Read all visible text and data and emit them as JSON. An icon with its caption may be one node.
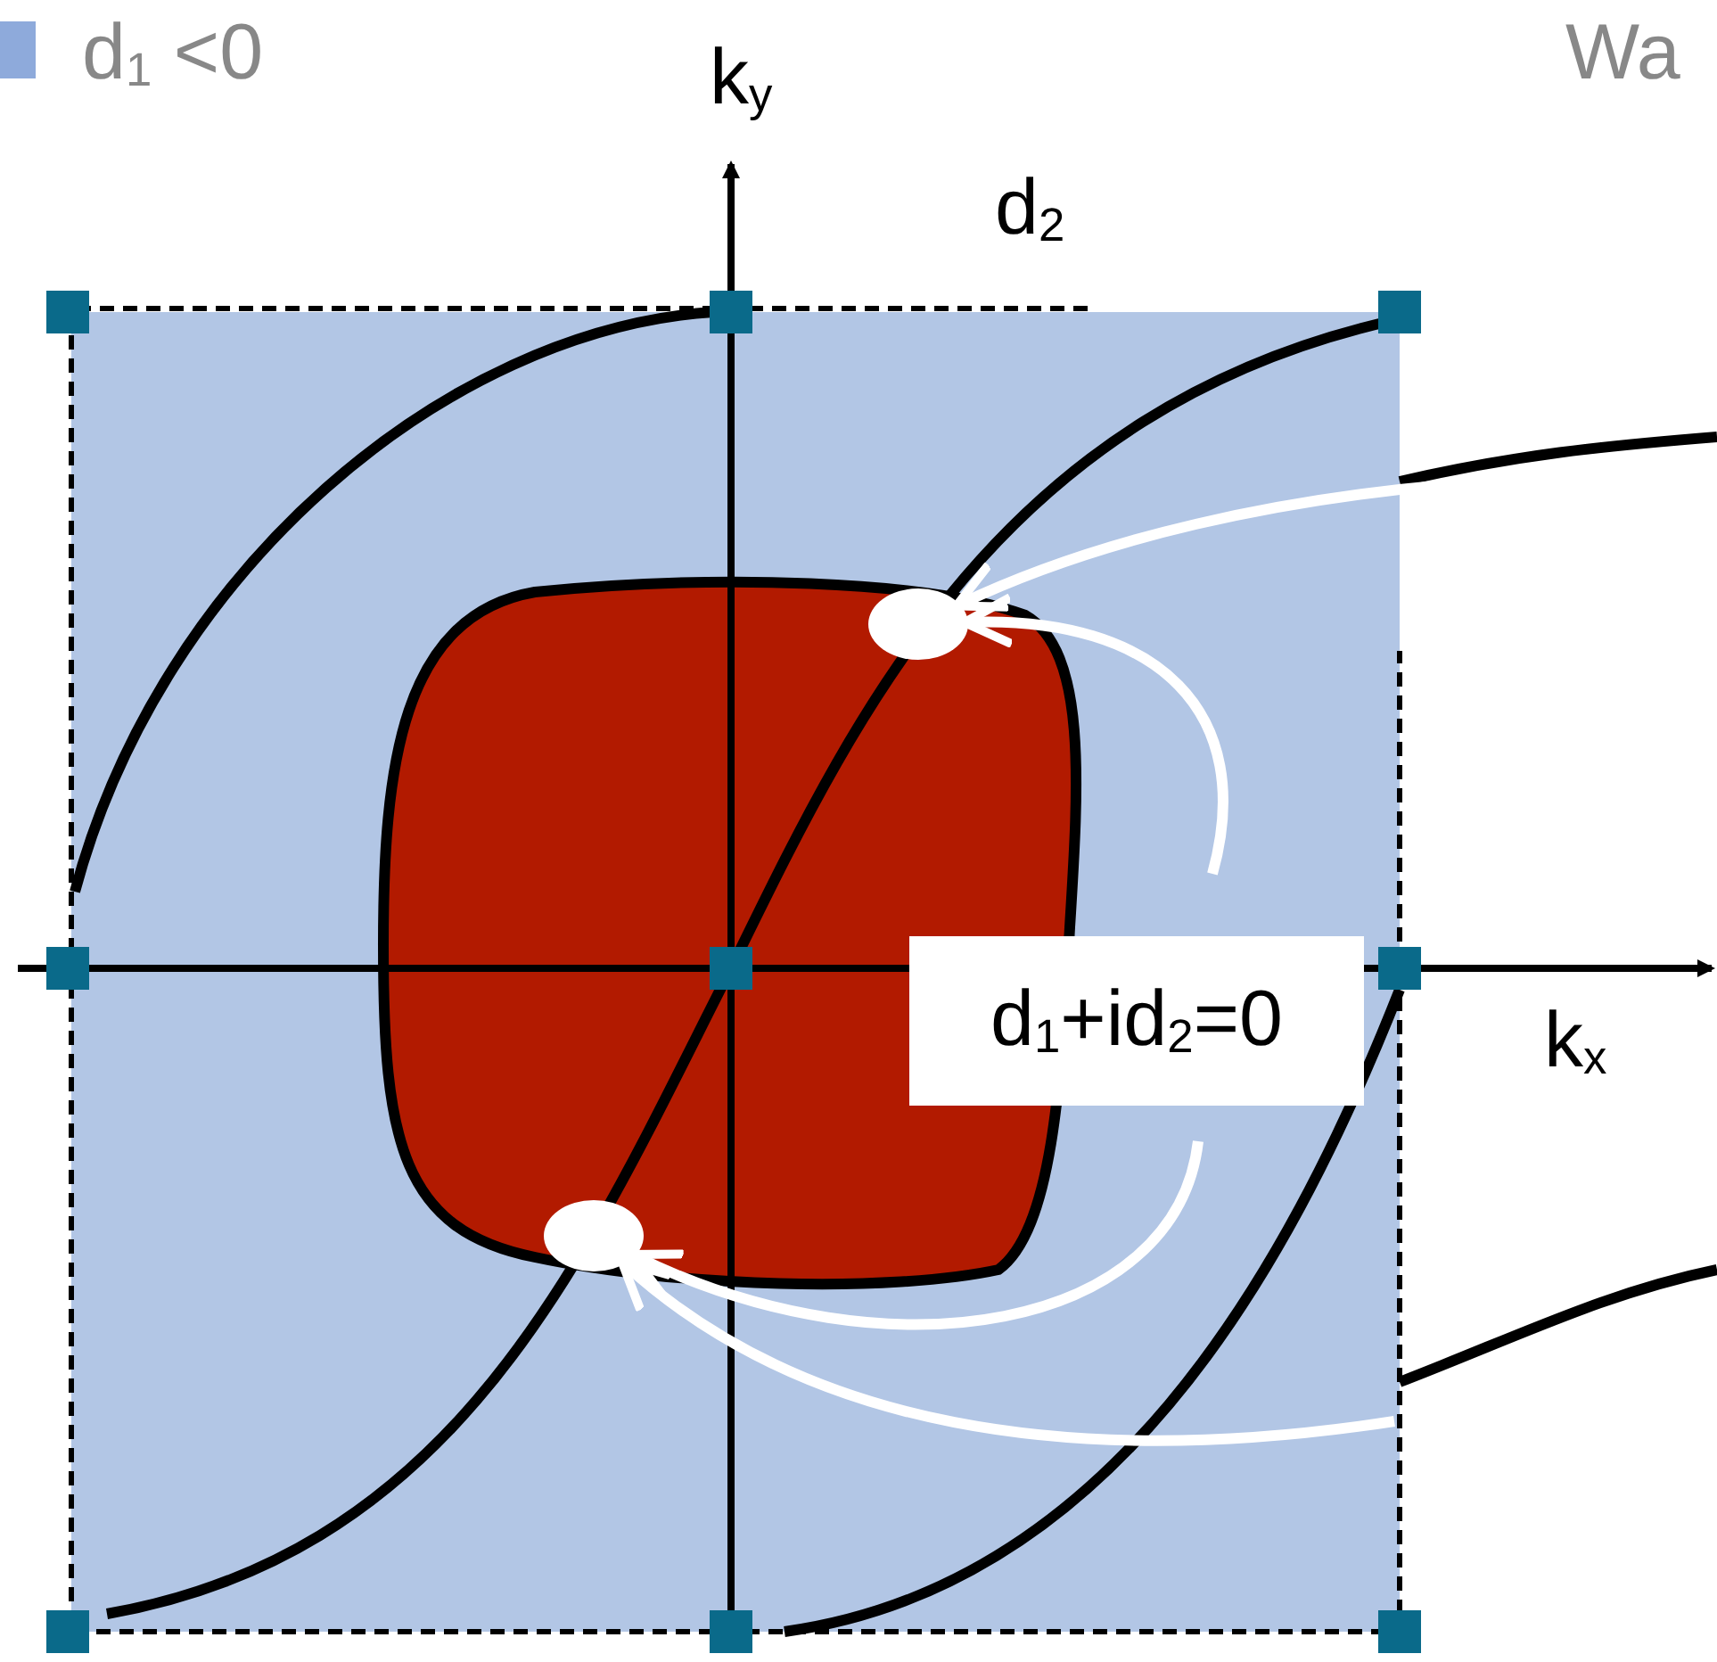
{
  "diagram": {
    "nodes": [
      {
        "text": [],
        "shape": "circle"
      },
      {
        "text": [
          "d$_{1}$+id$_{2}$=0"
        ]
      },
      {
        "text": [],
        "shape": "circle"
      }
    ],
    "edges": [
      {
        "from": null,
        "to": 0,
        "arrow": "to"
      },
      {
        "from": null,
        "to": 0,
        "arrow": "to"
      },
      {
        "from": null,
        "to": 2,
        "arrow": "to"
      },
      {
        "from": null,
        "to": 2,
        "arrow": "to"
      }
    ],
    "labels": [
      "k$_{y}$",
      "Wa",
      "d$_{2}$",
      "k$_{x}$"
    ],
    "legend": [
      {
        "text": "d$_{1}$ <0",
        "color": "#8eaadb"
      }
    ]
  }
}
